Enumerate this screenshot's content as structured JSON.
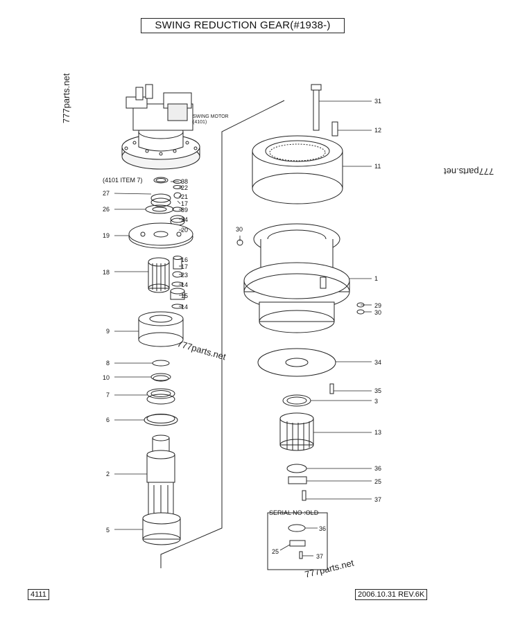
{
  "title": "SWING REDUCTION GEAR(#1938-)",
  "page_number": "4111",
  "revision": "2006.10.31  REV.6K",
  "watermark": "777parts.net",
  "motor_label": {
    "line1": "SWING MOTOR",
    "line2": "(4101)"
  },
  "ref_label": "(4101 ITEM 7)",
  "serial_box_title": "SERIAL NO :OLD",
  "part_labels": {
    "p38": "38",
    "p22": "22",
    "p21": "21",
    "p17a": "17",
    "p27": "27",
    "p26": "26",
    "p39": "39",
    "p24": "24",
    "p20": "20",
    "p19": "19",
    "p16": "16",
    "p17b": "17",
    "p23": "23",
    "p18": "18",
    "p14a": "14",
    "p15": "15",
    "p14b": "14",
    "p9": "9",
    "p8": "8",
    "p10": "10",
    "p7": "7",
    "p6": "6",
    "p2": "2",
    "p5": "5",
    "p31": "31",
    "p12": "12",
    "p11": "11",
    "p30a": "30",
    "p1": "1",
    "p29": "29",
    "p30b": "30",
    "p34": "34",
    "p35": "35",
    "p3": "3",
    "p13": "13",
    "p36": "36",
    "p25": "25",
    "p37": "37",
    "s36": "36",
    "s25": "25",
    "s37": "37"
  }
}
